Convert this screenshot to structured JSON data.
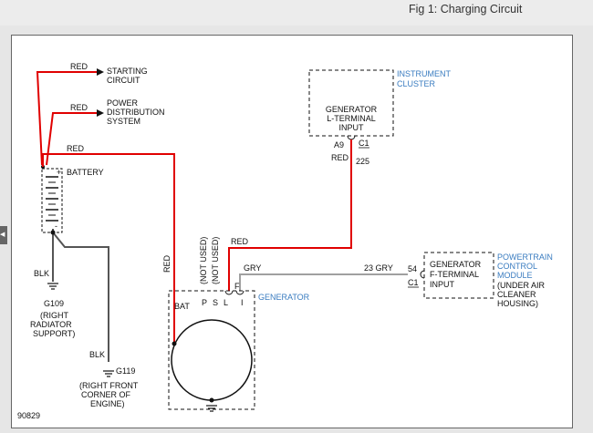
{
  "header": {
    "figure_title": "Fig 1: Charging Circuit"
  },
  "diagram": {
    "figure_number": "90829",
    "colors": {
      "red_wire": "#e00000",
      "gray_wire": "#a0a0a0",
      "ground_wire": "#555555",
      "label_blue": "#3a7cc0"
    },
    "battery": {
      "label": "BATTERY",
      "plus": "+",
      "minus": "-"
    },
    "wires": {
      "to_starting": "RED",
      "to_power_dist": "RED",
      "to_bat": "RED",
      "bat_vertical": "RED",
      "l_terminal": "RED",
      "cluster_wire_color": "RED",
      "cluster_circuit": "225",
      "f_terminal": "GRY",
      "pcm_wire": "23 GRY",
      "ground1": "BLK",
      "ground2": "BLK"
    },
    "starting_circuit": [
      "STARTING",
      "CIRCUIT"
    ],
    "power_distribution": [
      "POWER",
      "DISTRIBUTION",
      "SYSTEM"
    ],
    "instrument_cluster": {
      "title": [
        "INSTRUMENT",
        "CLUSTER"
      ],
      "box_text": [
        "GENERATOR",
        "L-TERMINAL",
        "INPUT"
      ],
      "pin": "A9",
      "connector": "C1"
    },
    "pcm": {
      "title": [
        "POWERTRAIN",
        "CONTROL",
        "MODULE",
        "(UNDER AIR",
        "CLEANER",
        "HOUSING)"
      ],
      "box_text": [
        "GENERATOR",
        "F-TERMINAL",
        "INPUT"
      ],
      "pin": "54",
      "connector": "C1"
    },
    "generator": {
      "label": "GENERATOR",
      "terminals": [
        "BAT",
        "P",
        "S",
        "L",
        "I"
      ],
      "f_label": "F",
      "not_used_1": "(NOT USED)",
      "not_used_2": "(NOT USED)"
    },
    "ground_g109": {
      "id": "G109",
      "desc": [
        "(RIGHT",
        "RADIATOR",
        "SUPPORT)"
      ]
    },
    "ground_g119": {
      "id": "G119",
      "desc": [
        "(RIGHT FRONT",
        "CORNER OF",
        "ENGINE)"
      ]
    }
  }
}
